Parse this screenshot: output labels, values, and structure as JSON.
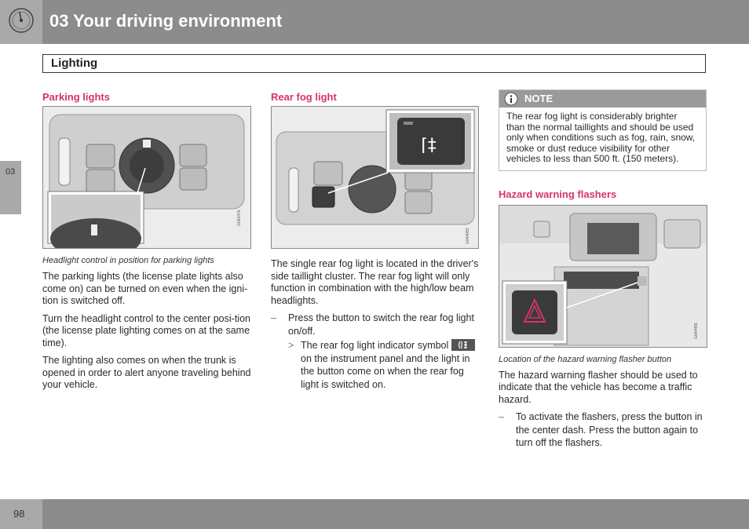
{
  "header": {
    "chapter_title": "03 Your driving environment"
  },
  "section": {
    "title": "Lighting"
  },
  "side_tab": {
    "label": "03"
  },
  "footer": {
    "page_number": "98"
  },
  "col1": {
    "heading": "Parking lights",
    "figure_code": "G043476",
    "caption": "Headlight control in position for parking lights",
    "paragraphs": [
      "The parking lights (the license plate lights also come on) can be turned on even when the igni-tion is switched off.",
      "Turn the headlight control to the center posi-tion (the license plate lighting comes on at the same time).",
      "The lighting also comes on when the trunk is opened in order to alert anyone traveling behind your vehicle."
    ]
  },
  "col2": {
    "heading": "Rear fog light",
    "figure_code": "G044053",
    "paragraph": "The single rear fog light is located in the driver's side taillight cluster. The rear fog light will only function in combination with the high/low beam headlights.",
    "list_item": {
      "marker": "–",
      "text": "Press the button to switch the rear fog light on/off."
    },
    "sub_item": {
      "marker": ">",
      "text_before": "The rear fog light indicator symbol",
      "text_after": "on the instrument panel and the light in the button come on when the rear fog light is switched on."
    }
  },
  "col3": {
    "note": {
      "label": "NOTE",
      "text": "The rear fog light is considerably brighter than the normal taillights and should be used only when conditions such as fog, rain, snow, smoke or dust reduce visibility for other vehicles to less than 500 ft. (150 meters)."
    },
    "heading": "Hazard warning flashers",
    "figure_code": "G044455",
    "caption": "Location of the hazard warning flasher button",
    "paragraph": "The hazard warning flasher should be used to indicate that the vehicle has become a traffic hazard.",
    "list_item": {
      "marker": "–",
      "text": "To activate the flashers, press the button in the center dash. Press the button again to turn off the flashers."
    }
  },
  "colors": {
    "accent": "#d6336c",
    "header_gray": "#8c8c8c",
    "tab_gray": "#a9a9a9"
  }
}
